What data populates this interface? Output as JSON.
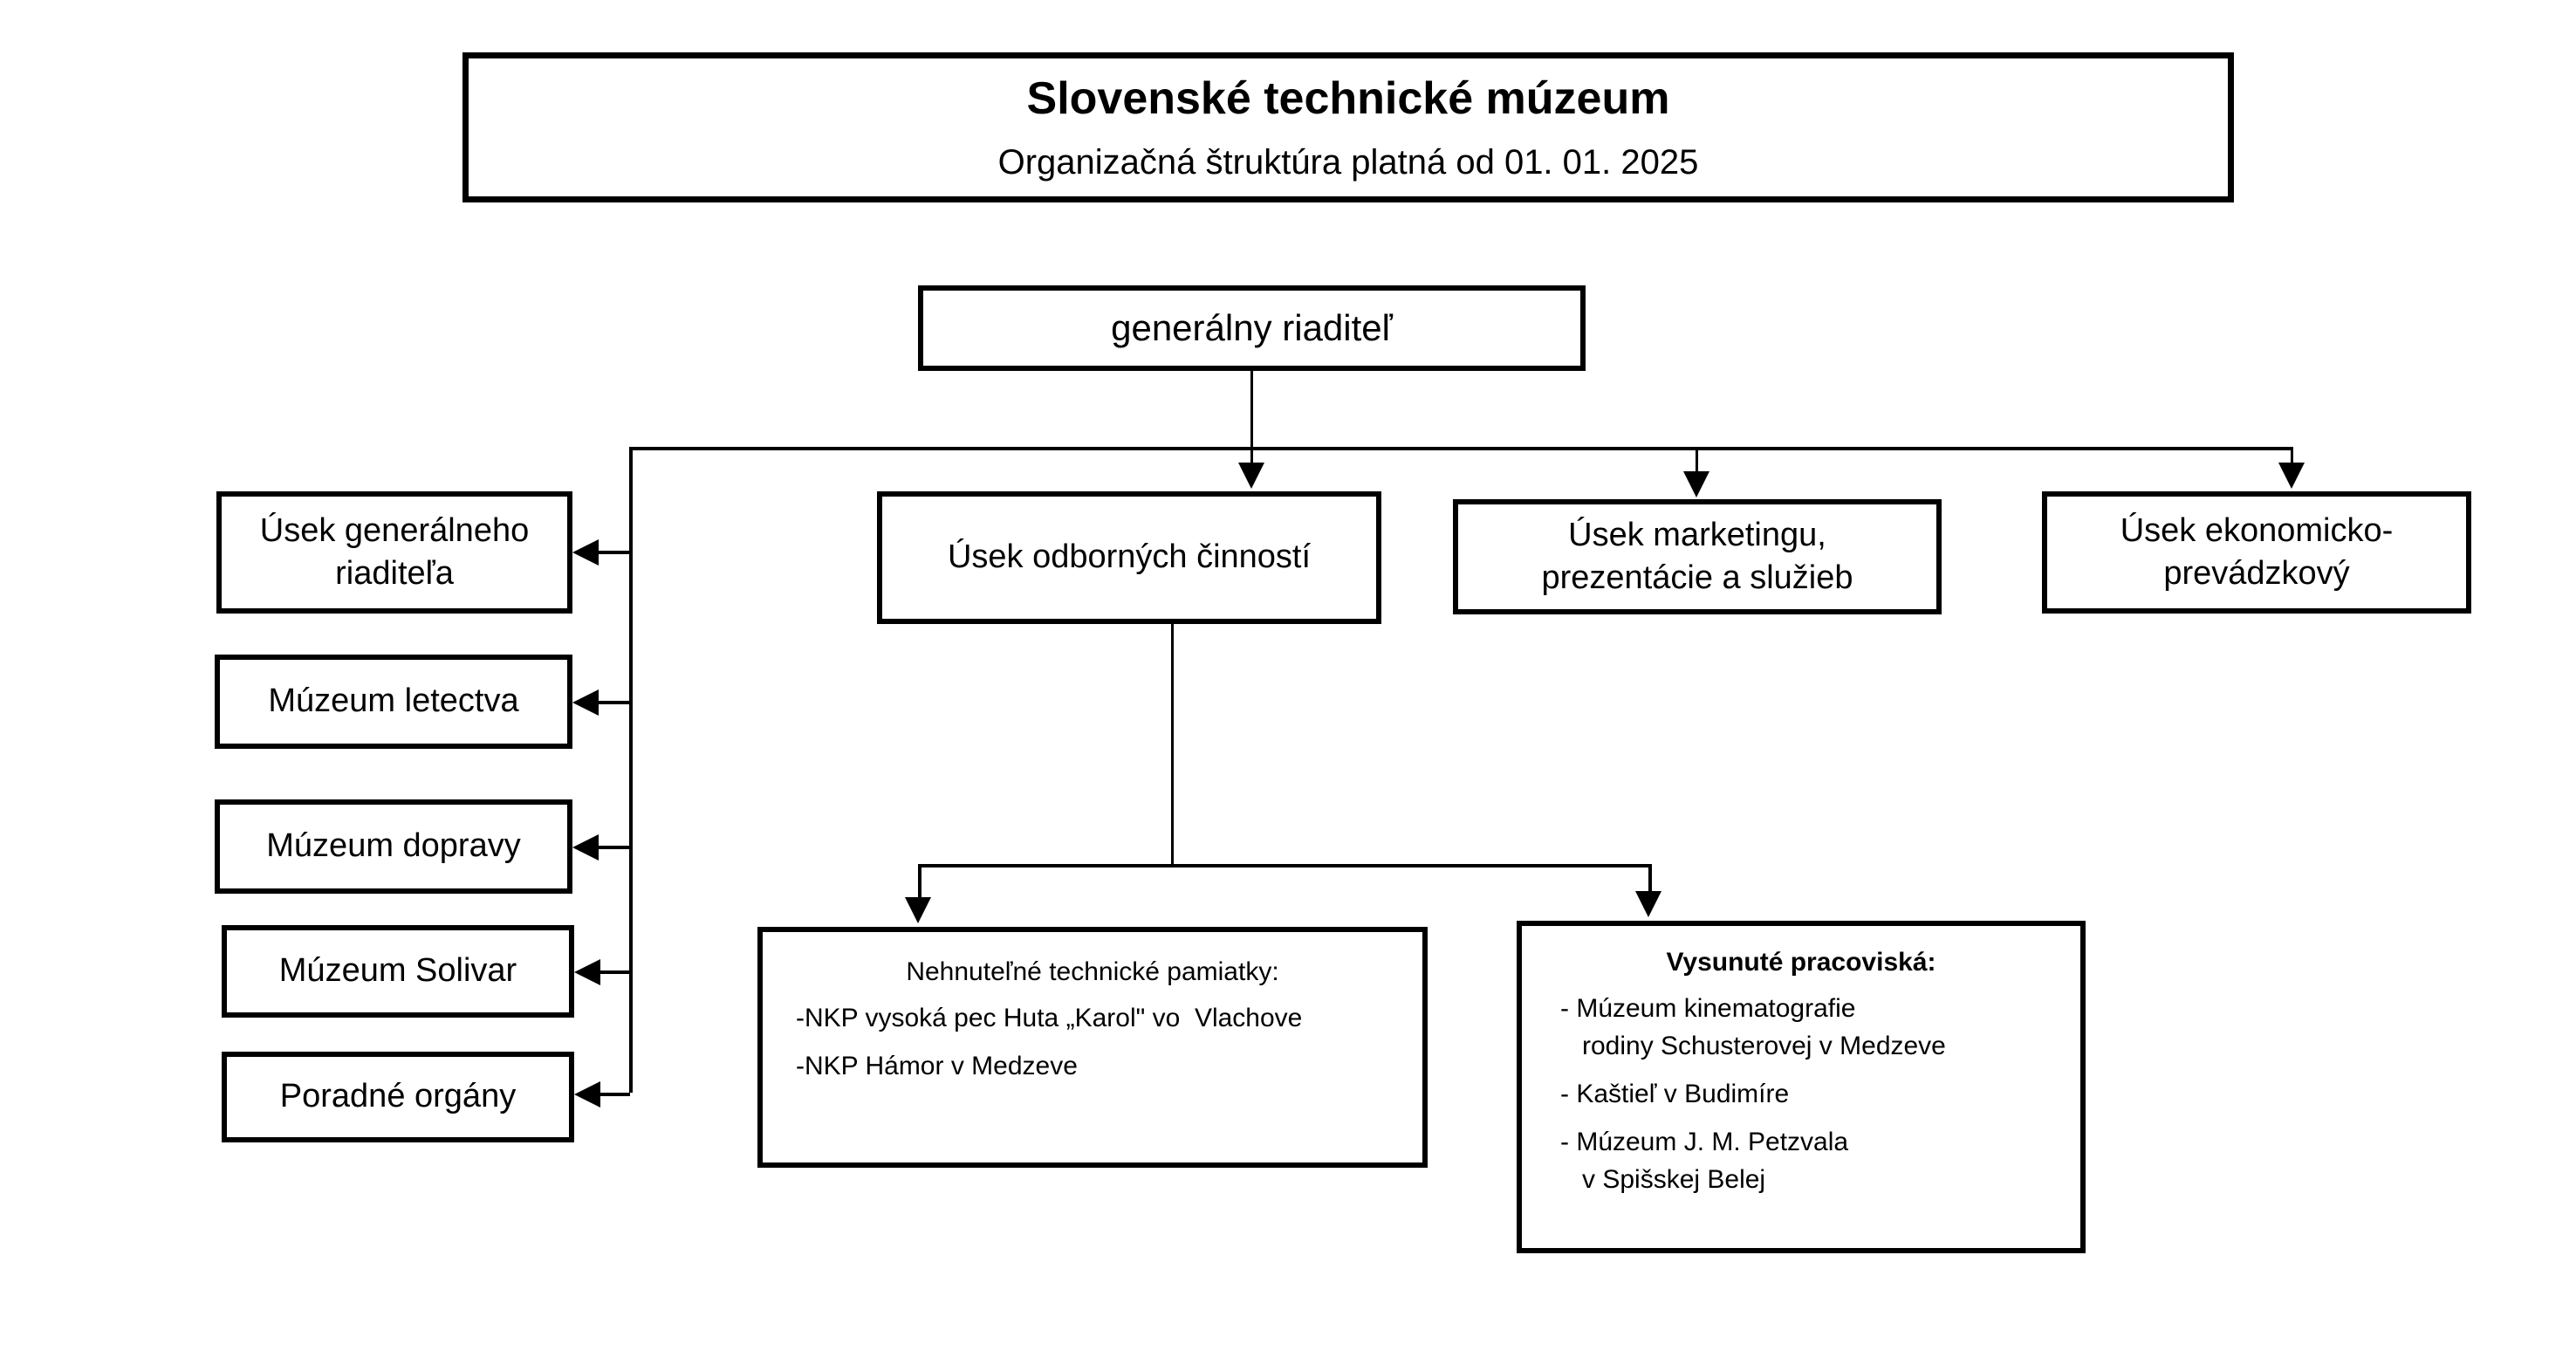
{
  "document": {
    "title_main": "Slovenské technické múzeum",
    "title_sub": "Organizačná štruktúra platná od 01. 01. 2025"
  },
  "root": {
    "label": "generálny riaditeľ"
  },
  "divisions": [
    {
      "id": "sec-gr",
      "label_line1": "Úsek generálneho",
      "label_line2": "riaditeľa"
    },
    {
      "id": "sec-odb",
      "label_line1": "Úsek  odborných činností",
      "label_line2": ""
    },
    {
      "id": "sec-mkt",
      "label_line1": "Úsek marketingu,",
      "label_line2": "prezentácie a služieb"
    },
    {
      "id": "sec-eko",
      "label_line1": "Úsek  ekonomicko-",
      "label_line2": "prevádzkový"
    }
  ],
  "left_column": [
    {
      "id": "lb-letectva",
      "label": "Múzeum letectva"
    },
    {
      "id": "lb-dopravy",
      "label": "Múzeum dopravy"
    },
    {
      "id": "lb-solivar",
      "label": "Múzeum Solivar"
    },
    {
      "id": "lb-poradne",
      "label": "Poradné orgány"
    }
  ],
  "monuments": {
    "heading": "Nehnuteľné technické pamiatky:",
    "items": [
      "-NKP vysoká pec Huta „Karol\" vo  Vlachove",
      "-NKP Hámor v Medzeve"
    ]
  },
  "outposts": {
    "heading": "Vysunuté pracoviská:",
    "items": [
      "- Múzeum kinematografie",
      "   rodiny Schusterovej v Medzeve",
      "- Kaštieľ v Budimíre",
      "- Múzeum J. M. Petzvala",
      "   v Spišskej Belej"
    ]
  },
  "colors": {
    "line": "#000000",
    "background": "#ffffff",
    "text": "#000000"
  }
}
